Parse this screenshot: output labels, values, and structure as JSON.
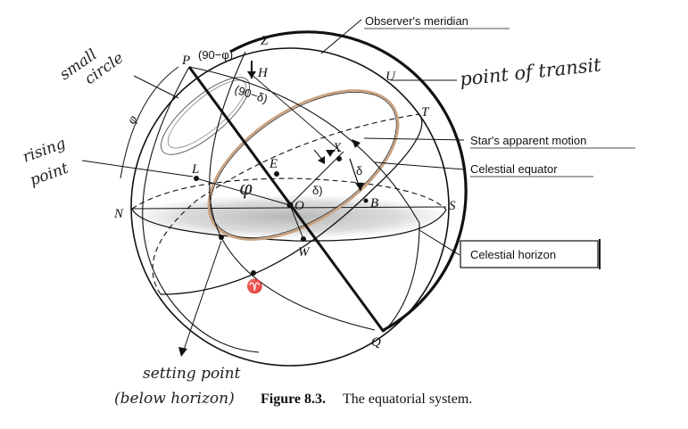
{
  "labels": {
    "observers_meridian": "Observer's meridian",
    "star_apparent_motion": "Star's apparent motion",
    "celestial_equator": "Celestial equator",
    "celestial_horizon": "Celestial horizon",
    "Z": "Z",
    "P": "P",
    "H": "H",
    "U": "U",
    "T": "T",
    "E": "E",
    "L": "L",
    "O": "O",
    "B": "B",
    "S": "S",
    "N": "N",
    "W": "W",
    "Q": "Q",
    "X": "X",
    "aries": "♈",
    "phi": "φ",
    "phi_big": "φ",
    "delta_side": "δ",
    "delta_mid": "δ)",
    "ninety_minus_phi": "(90−φ)",
    "ninety_minus_delta": "(90−δ)"
  },
  "annotations": {
    "small_circle": [
      "small",
      "circle"
    ],
    "point_of_transit": "point of transit",
    "rising_point": [
      "rising",
      "point"
    ],
    "setting_point": [
      "setting point",
      "(below horizon)"
    ]
  },
  "caption": {
    "label": "Figure 8.3.",
    "text": "The equatorial system."
  },
  "colors": {
    "ink": "#111111",
    "star_path": "#c9a27e",
    "horizon_shade": "#bdbdbd"
  }
}
